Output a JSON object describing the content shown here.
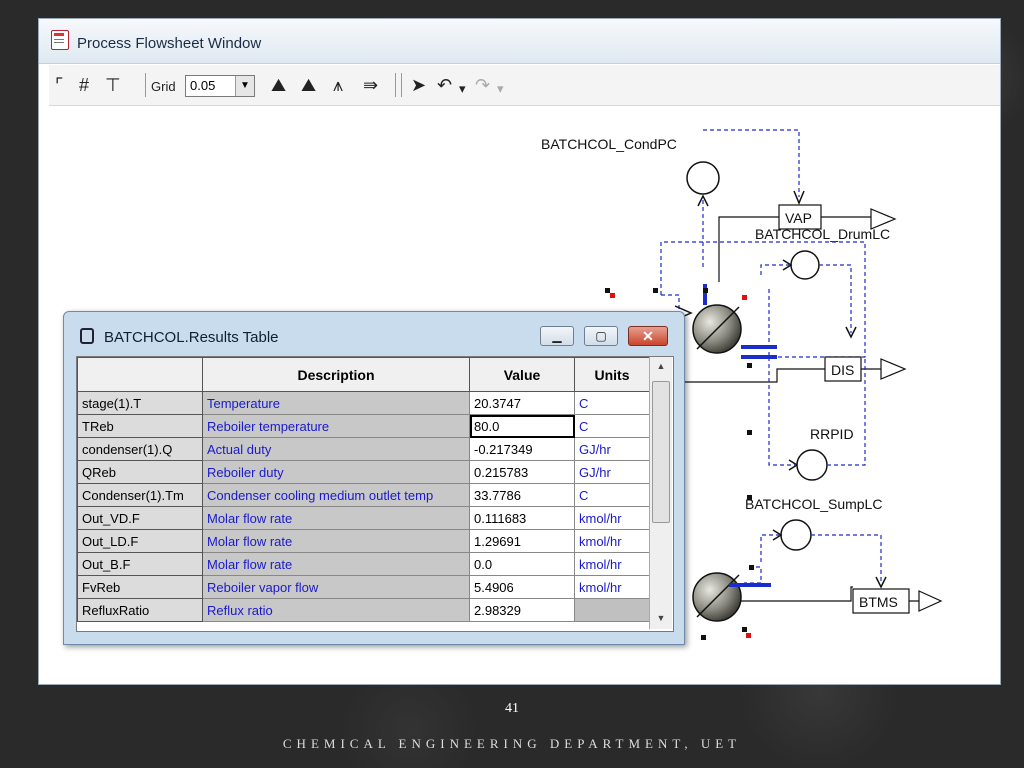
{
  "window": {
    "title": "Process Flowsheet Window"
  },
  "toolbar": {
    "grid_label": "Grid",
    "grid_value": "0.05"
  },
  "flowsheet": {
    "labels": {
      "cond_pc": "BATCHCOL_CondPC",
      "vap": "VAP",
      "drum_lc": "BATCHCOL_DrumLC",
      "dis": "DIS",
      "rrpid": "RRPID",
      "sump_lc": "BATCHCOL_SumpLC",
      "btms": "BTMS"
    }
  },
  "results": {
    "title": "BATCHCOL.Results Table",
    "columns": {
      "name": "",
      "description": "Description",
      "value": "Value",
      "units": "Units"
    },
    "rows": [
      {
        "name": "stage(1).T",
        "description": "Temperature",
        "value": "20.3747",
        "units": "C"
      },
      {
        "name": "TReb",
        "description": "Reboiler temperature",
        "value": "80.0",
        "units": "C"
      },
      {
        "name": "condenser(1).Q",
        "description": "Actual duty",
        "value": "-0.217349",
        "units": "GJ/hr"
      },
      {
        "name": "QReb",
        "description": "Reboiler duty",
        "value": "0.215783",
        "units": "GJ/hr"
      },
      {
        "name": "Condenser(1).Tm",
        "description": "Condenser cooling medium outlet temp",
        "value": "33.7786",
        "units": "C"
      },
      {
        "name": "Out_VD.F",
        "description": "Molar flow rate",
        "value": "0.111683",
        "units": "kmol/hr"
      },
      {
        "name": "Out_LD.F",
        "description": "Molar flow rate",
        "value": "1.29691",
        "units": "kmol/hr"
      },
      {
        "name": "Out_B.F",
        "description": "Molar flow rate",
        "value": "0.0",
        "units": "kmol/hr"
      },
      {
        "name": "FvReb",
        "description": "Reboiler vapor flow",
        "value": "5.4906",
        "units": "kmol/hr"
      },
      {
        "name": "RefluxRatio",
        "description": "Reflux ratio",
        "value": "2.98329",
        "units": ""
      }
    ]
  },
  "footer": {
    "page_number": "41",
    "department": "CHEMICAL ENGINEERING DEPARTMENT, UET"
  }
}
